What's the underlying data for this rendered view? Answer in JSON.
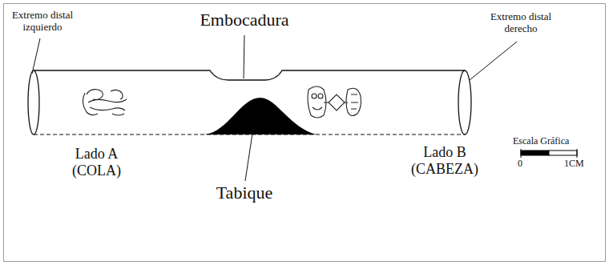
{
  "diagram": {
    "labels": [
      "Extremo distal izquierdo",
      "Embocadura",
      "Extremo distal derecho",
      "Lado A (COLA)",
      "Tabique",
      "Lado B (CABEZA)",
      "Escala Gráfica",
      "0",
      "1CM"
    ]
  }
}
